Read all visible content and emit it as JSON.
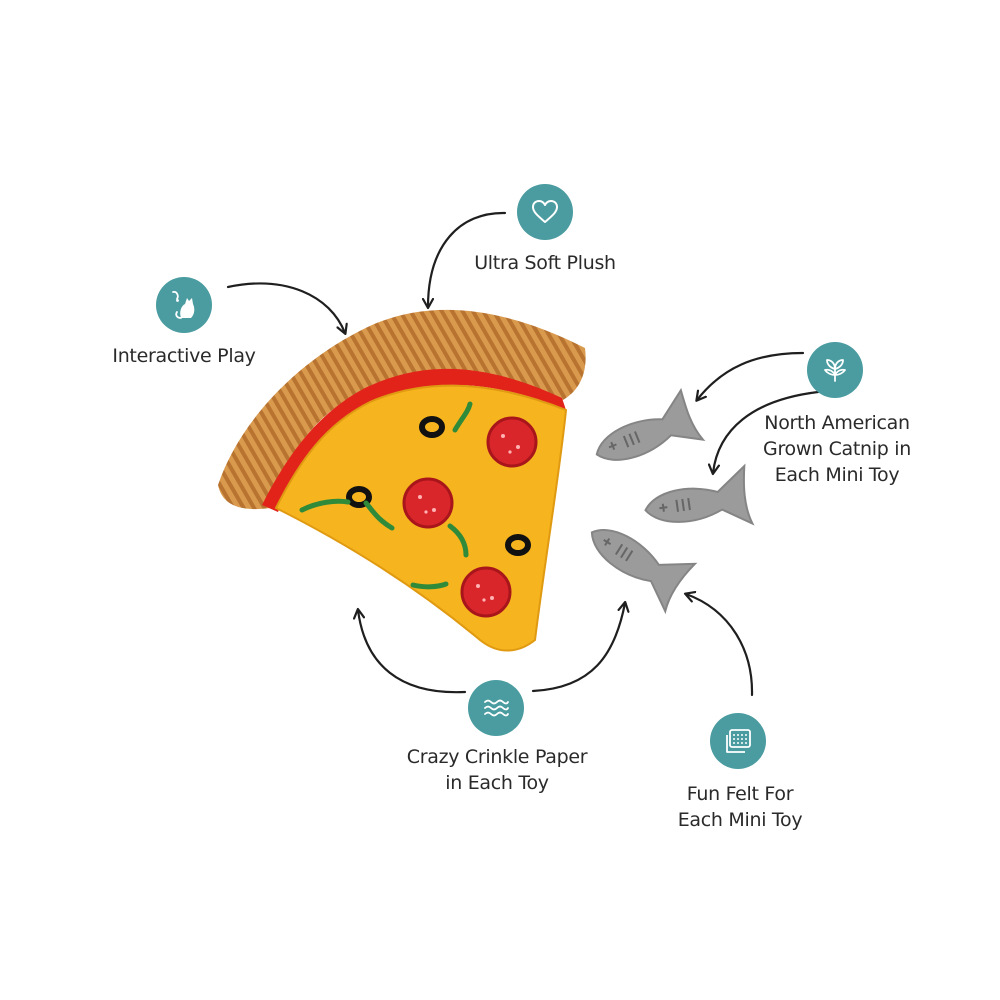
{
  "colors": {
    "icon_circle": "#4a9ca0",
    "arrow": "#1f1f1f",
    "crust": "#d99a4e",
    "sauce": "#e2231a",
    "cheese": "#f6b41e",
    "pepperoni": "#d9262b",
    "olive": "#111111",
    "pepper": "#2f8a3a",
    "fish_felt": "#9b9b9b"
  },
  "features": [
    {
      "id": "interactive-play",
      "icon": "cat-playing-icon",
      "label": "Interactive Play"
    },
    {
      "id": "ultra-soft-plush",
      "icon": "heart-icon",
      "label": "Ultra Soft Plush"
    },
    {
      "id": "catnip",
      "icon": "leaf-sprout-icon",
      "label": "North American\nGrown Catnip in\nEach Mini Toy"
    },
    {
      "id": "crinkle-paper",
      "icon": "waves-icon",
      "label": "Crazy Crinkle Paper\nin Each Toy"
    },
    {
      "id": "fun-felt",
      "icon": "felt-fabric-icon",
      "label": "Fun Felt For\nEach Mini Toy"
    }
  ]
}
